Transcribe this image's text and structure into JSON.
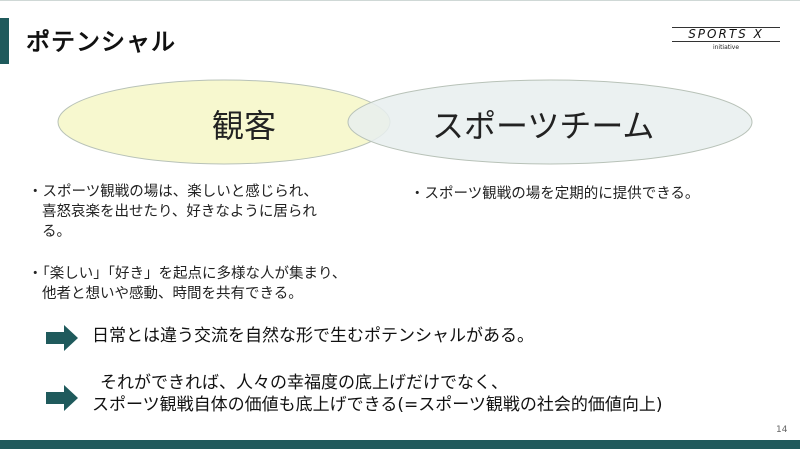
{
  "slide": {
    "title": "ポテンシャル",
    "logo": {
      "main": "SPORTS X",
      "sub": "initiative"
    },
    "venn": {
      "left_label": "観客",
      "right_label": "スポーツチーム",
      "left_color": "#f7f8cf",
      "right_color": "#e8eeee"
    },
    "left_bullets": [
      {
        "line1": "・スポーツ観戦の場は、楽しいと感じられ、",
        "line2": "喜怒哀楽を出せたり、好きなように居られ",
        "line3": "る。"
      },
      {
        "line1": "・「楽しい」「好き」を起点に多様な人が集まり、",
        "line2": "他者と想いや感動、時間を共有できる。"
      }
    ],
    "right_bullets": [
      {
        "line1": "・スポーツ観戦の場を定期的に提供できる。"
      }
    ],
    "points": [
      {
        "line1": "日常とは違う交流を自然な形で生むポテンシャルがある。"
      },
      {
        "line1": "それができれば、人々の幸福度の底上げだけでなく、",
        "line2": "スポーツ観戦自体の価値も底上げできる(=スポーツ観戦の社会的価値向上)"
      }
    ],
    "page_number": "14",
    "accent": "#1f5a5c"
  }
}
